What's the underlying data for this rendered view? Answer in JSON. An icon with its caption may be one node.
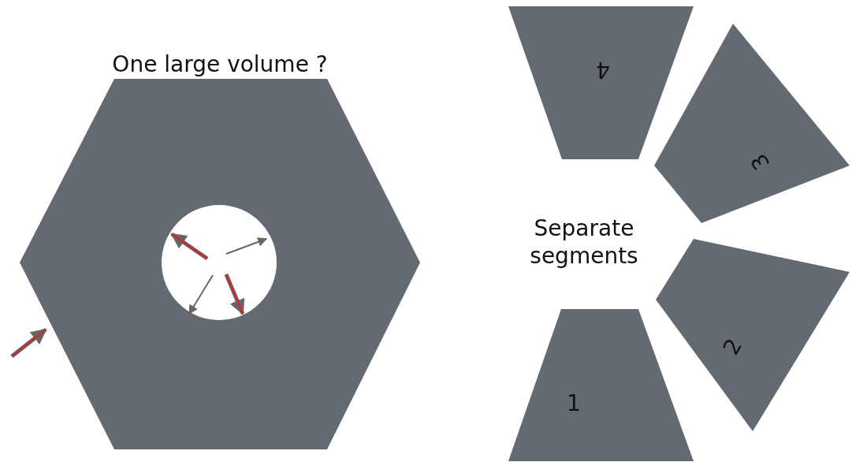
{
  "diagram": {
    "nodes": [
      {
        "text": [
          "One large volume ?"
        ]
      },
      {
        "text": [
          "4"
        ]
      },
      {
        "text": [
          "3"
        ]
      },
      {
        "text": [
          "2"
        ]
      },
      {
        "text": [
          "1"
        ]
      }
    ],
    "labels": [
      "Separate segments"
    ]
  }
}
